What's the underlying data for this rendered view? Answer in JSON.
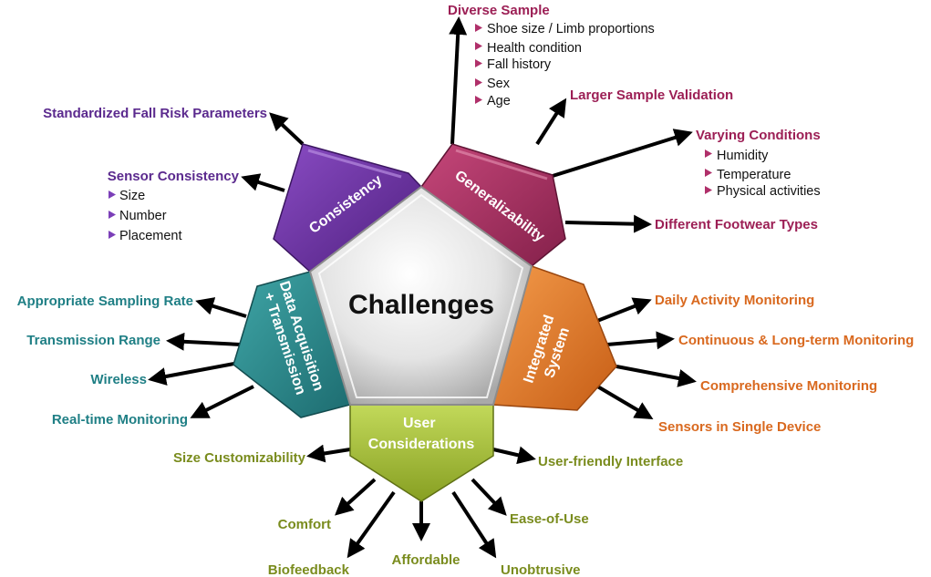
{
  "center": {
    "title": "Challenges"
  },
  "colors": {
    "consistency": "#6a2d9e",
    "generalizability": "#b03060",
    "integrated": "#e07b2a",
    "user": "#a8c33a",
    "data": "#2e8b8b",
    "label_purple": "#5b2a8e",
    "label_magenta": "#9c1f55",
    "label_orange": "#d9691f",
    "label_olive": "#7a8c1e",
    "label_teal": "#1f7f85",
    "bullet": "#b0306a"
  },
  "panels": {
    "consistency": "Consistency",
    "generalizability": "Generalizability",
    "integrated_line1": "Integrated",
    "integrated_line2": "System",
    "user_line1": "User",
    "user_line2": "Considerations",
    "data_line1": "Data Acquisition",
    "data_line2": "+ Transmission"
  },
  "consistency": {
    "standardized": "Standardized Fall Risk Parameters",
    "sensor": "Sensor Consistency",
    "sensor_items": [
      "Size",
      "Number",
      "Placement"
    ]
  },
  "generalizability": {
    "diverse": "Diverse Sample",
    "diverse_items": [
      "Shoe size / Limb proportions",
      "Health condition",
      "Fall history",
      "Sex",
      "Age"
    ],
    "larger": "Larger Sample Validation",
    "varying": "Varying Conditions",
    "varying_items": [
      "Humidity",
      "Temperature",
      "Physical activities"
    ],
    "footwear": "Different Footwear Types"
  },
  "integrated": {
    "daily": "Daily Activity Monitoring",
    "continuous": "Continuous & Long-term Monitoring",
    "comprehensive": "Comprehensive Monitoring",
    "single": "Sensors in Single Device"
  },
  "user": {
    "size": "Size Customizability",
    "friendly": "User-friendly Interface",
    "comfort": "Comfort",
    "ease": "Ease-of-Use",
    "biofeedback": "Biofeedback",
    "affordable": "Affordable",
    "unobtrusive": "Unobtrusive"
  },
  "data": {
    "sampling": "Appropriate Sampling Rate",
    "range": "Transmission Range",
    "wireless": "Wireless",
    "realtime": "Real-time Monitoring"
  }
}
